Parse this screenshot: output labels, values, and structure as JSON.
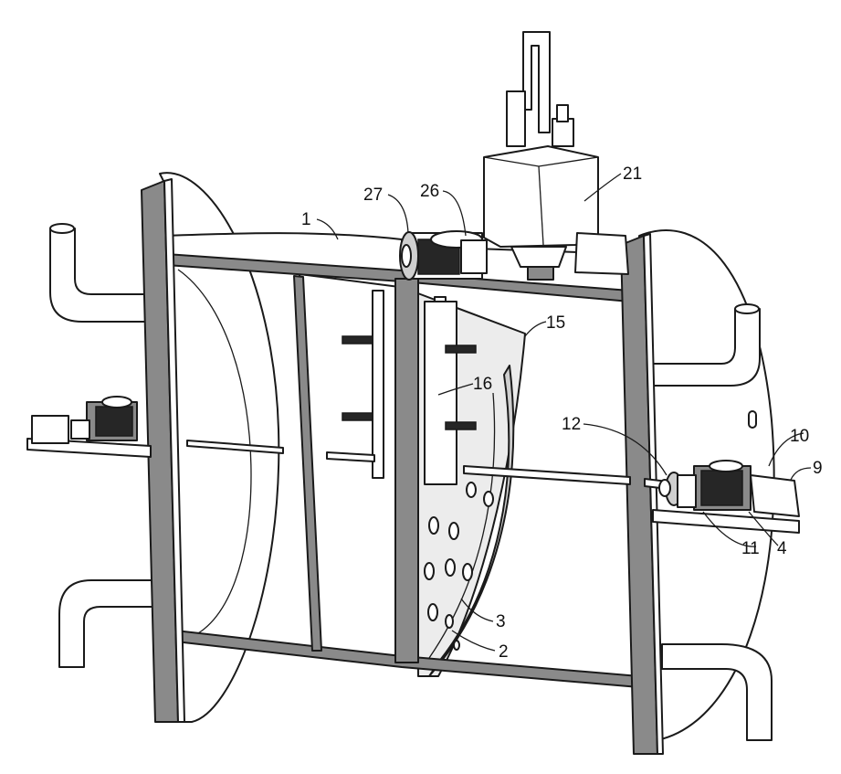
{
  "figure": {
    "labels": [
      {
        "id": "frame",
        "text": "1"
      },
      {
        "id": "drum-wall",
        "text": "2"
      },
      {
        "id": "drum-holes",
        "text": "3"
      },
      {
        "id": "gear-housing",
        "text": "4"
      },
      {
        "id": "drive-base",
        "text": "9"
      },
      {
        "id": "side-motor",
        "text": "10"
      },
      {
        "id": "coupling",
        "text": "11"
      },
      {
        "id": "shaft-end",
        "text": "12"
      },
      {
        "id": "divider-plate",
        "text": "15"
      },
      {
        "id": "scraper-bar",
        "text": "16"
      },
      {
        "id": "hopper",
        "text": "21"
      },
      {
        "id": "top-motor",
        "text": "26"
      },
      {
        "id": "top-pulley",
        "text": "27"
      }
    ]
  }
}
